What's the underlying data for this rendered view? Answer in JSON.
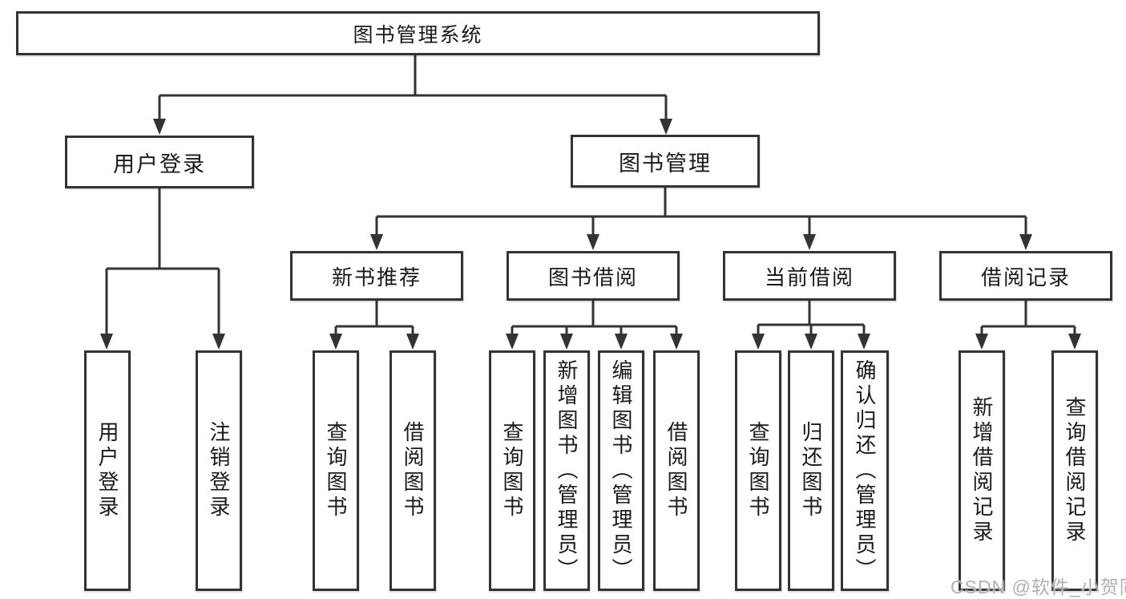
{
  "diagram": {
    "root": {
      "label": "图书管理系统"
    },
    "level1": [
      {
        "label": "用户登录"
      },
      {
        "label": "图书管理"
      }
    ],
    "level2": [
      {
        "label": "新书推荐"
      },
      {
        "label": "图书借阅"
      },
      {
        "label": "当前借阅"
      },
      {
        "label": "借阅记录"
      }
    ],
    "leaves": {
      "login": [
        "用户登录",
        "注销登录"
      ],
      "new_book": [
        "查询图书",
        "借阅图书"
      ],
      "book_borrow": [
        "查询图书",
        "新增图书（管理员）",
        "编辑图书（管理员）",
        "借阅图书"
      ],
      "current_borrow": [
        "查询图书",
        "归还图书",
        "确认归还（管理员）"
      ],
      "borrow_records": [
        "新增借阅记录",
        "查询借阅记录"
      ]
    }
  },
  "watermark": {
    "text": "CSDN @软件_小贺同学"
  },
  "colors": {
    "line": "#333333",
    "text": "#1a1a1a",
    "watermark": "#b0b0b0",
    "background": "#ffffff"
  }
}
